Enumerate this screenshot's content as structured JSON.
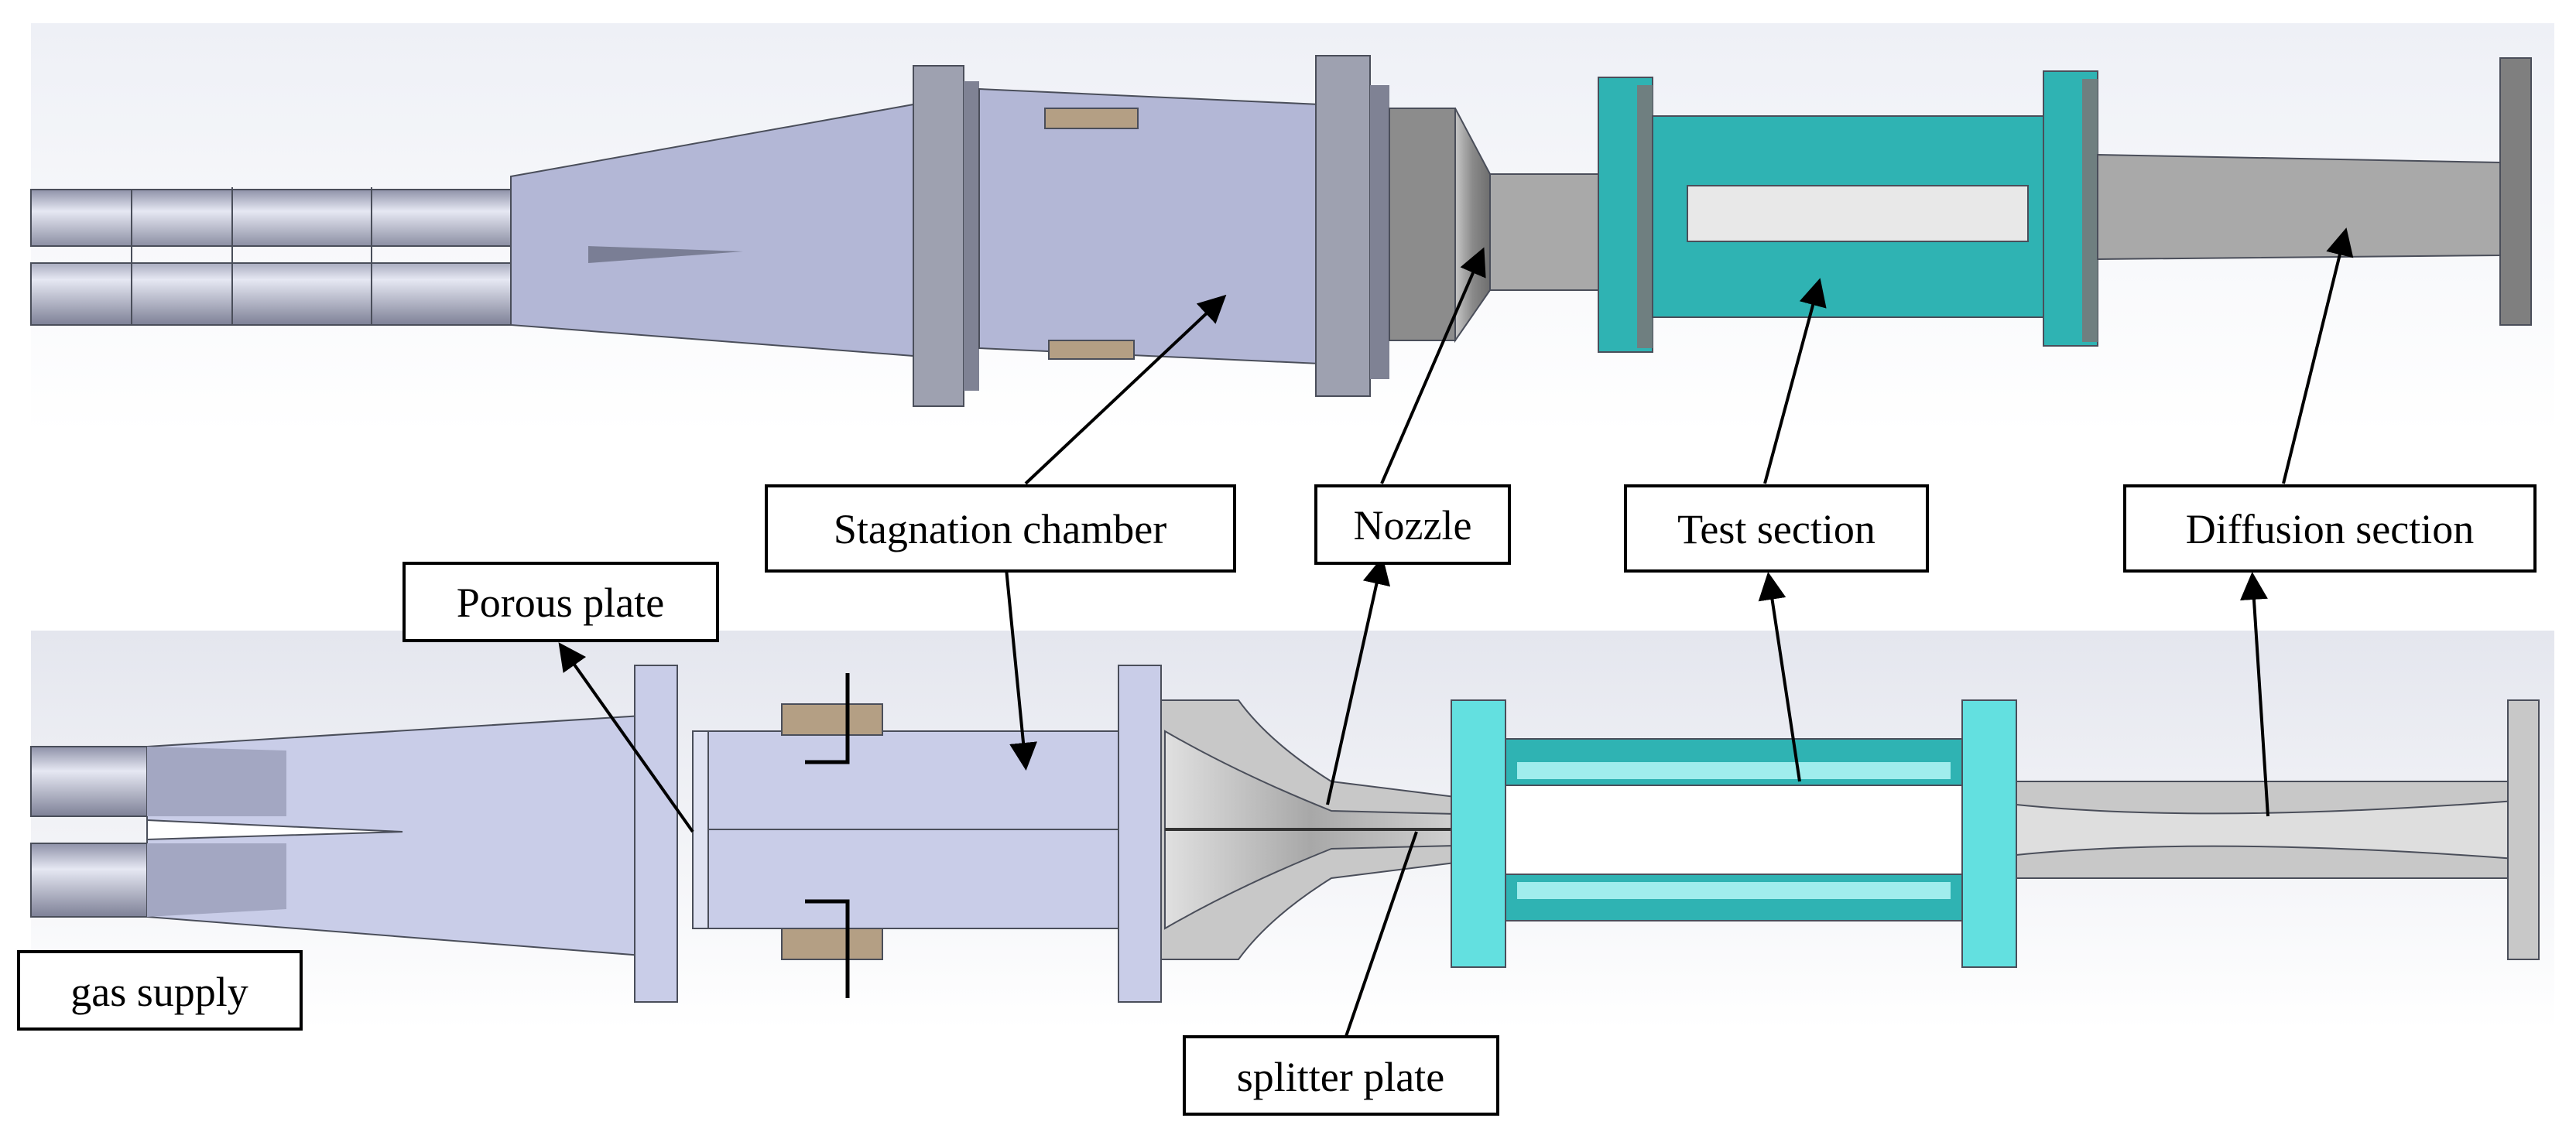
{
  "labels": {
    "stagnation_chamber": "Stagnation chamber",
    "nozzle": "Nozzle",
    "test_section": "Test section",
    "diffusion_section": "Diffusion section",
    "porous_plate": "Porous plate",
    "gas_supply": "gas supply",
    "splitter_plate": "splitter plate"
  },
  "colors": {
    "chamber": "#b3b7d6",
    "nozzle": "#8c8c8c",
    "duct": "#a9a9a9",
    "test_section": "#2fb3b3",
    "section_fill": "#c9cde8",
    "cut_gray": "#c8c8c8",
    "flange": "#9ea1b0",
    "clamp": "#b49f84"
  }
}
